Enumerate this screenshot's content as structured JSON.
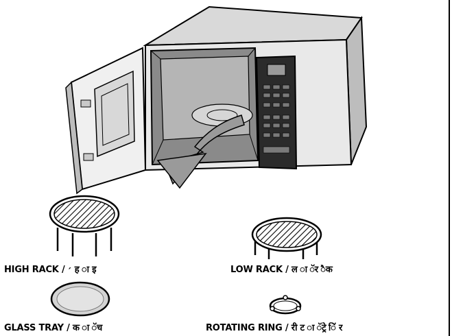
{
  "labels": {
    "high_rack": "HIGH RACK / ׳ ह ा इ",
    "low_rack": "LOW RACK / ल ा ॅर ैक",
    "glass_tray": "GLASS TRAY / क ा ॅच",
    "rotating_ring": "ROTATING RING / री ट ा ॅट्रे ॅि र"
  },
  "items": [
    "microwave-oven",
    "open-door",
    "insertion-arrow",
    "high-rack",
    "low-rack",
    "glass-tray",
    "rotating-ring"
  ]
}
